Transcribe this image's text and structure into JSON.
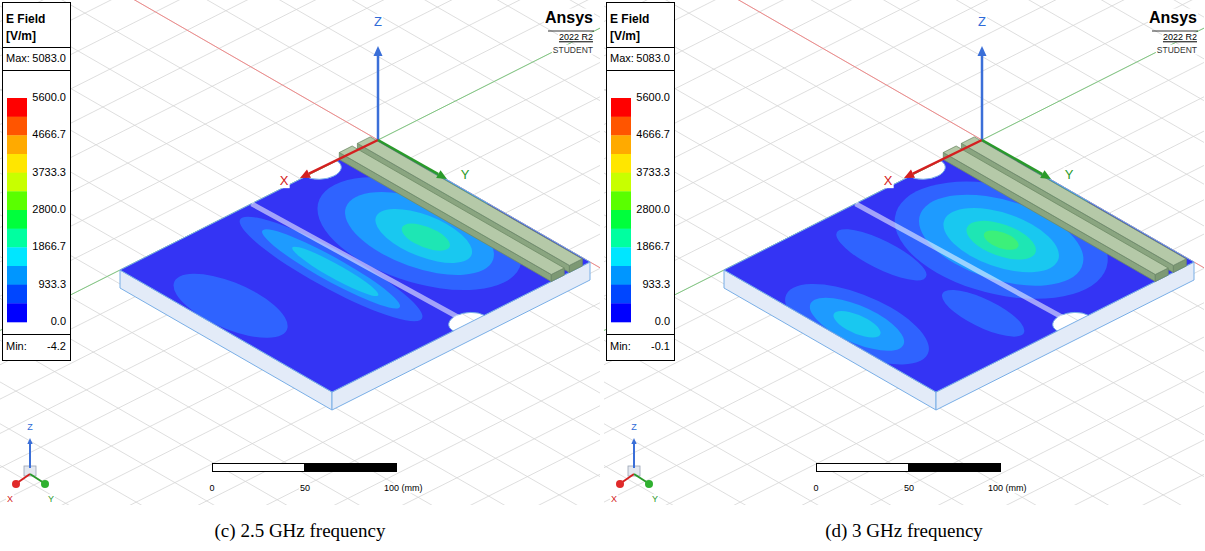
{
  "diagram": {
    "labels": [
      "E Field",
      "[V/m]",
      "Max:",
      "5083.0",
      "5600.0",
      "4666.7",
      "3733.3",
      "2800.0",
      "1866.7",
      "933.3",
      "0.0",
      "Min:",
      "-4.2",
      "Ansys",
      "2022 R2",
      "STUDENT",
      "Z",
      "X",
      "Y",
      "Z",
      "X",
      "Y",
      "0",
      "50",
      "100 (mm)",
      "(c) 2.5 GHz frequency",
      "E Field",
      "[V/m]",
      "Max:",
      "5083.0",
      "5600.0",
      "4666.7",
      "3733.3",
      "2800.0",
      "1866.7",
      "933.3",
      "0.0",
      "Min:",
      "-0.1",
      "Ansys",
      "2022 R2",
      "STUDENT",
      "Z",
      "X",
      "Y",
      "Z",
      "X",
      "Y",
      "0",
      "50",
      "100 (mm)",
      "(d) 3 GHz frequency"
    ]
  }
}
